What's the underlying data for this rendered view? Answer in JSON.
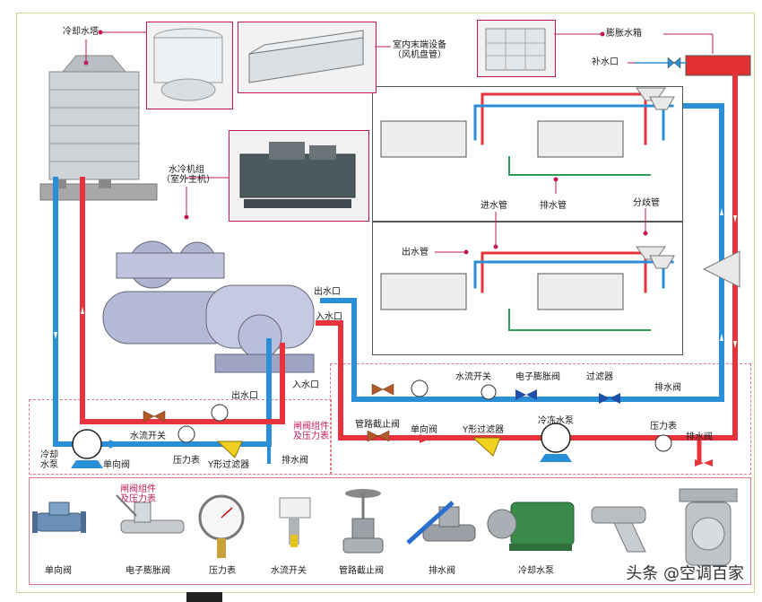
{
  "labels": {
    "cooling_tower": "冷却水塔",
    "indoor_unit_line1": "室内末端设备",
    "indoor_unit_line2": "（风机盘管）",
    "expansion_tank": "膨胀水箱",
    "makeup_water": "补水口",
    "chiller_line1": "水冷机组",
    "chiller_line2": "（室外主机）",
    "drain_pipe": "排水管",
    "inlet_pipe": "进水管",
    "branch_pipe": "分歧管",
    "outlet_pipe": "出水管",
    "outlet_port_upper": "出水口",
    "inlet_port_upper": "入水口",
    "outlet_port_lower": "出水口",
    "inlet_port_lower": "入水口",
    "flow_switch_right": "水流开关",
    "eev_right": "电子膨胀阀",
    "filter_right": "过滤器",
    "drain_valve_right_top": "排水阀",
    "valve_group_center_line1": "闸阀组件",
    "valve_group_center_line2": "及压力表",
    "shutoff_valve": "管路截止阀",
    "check_valve_center": "单向阀",
    "y_filter_center": "Y形过滤器",
    "chilled_pump": "冷冻水泵",
    "pressure_gauge_right": "压力表",
    "drain_valve_right_bottom": "排水阀",
    "cooling_pump_line1": "冷却",
    "cooling_pump_line2": "水泵",
    "check_valve_left": "单向阀",
    "flow_switch_left": "水流开关",
    "pressure_gauge_left": "压力表",
    "y_filter_left": "Y形过滤器",
    "drain_valve_left": "排水阀",
    "valve_group_bottom_line1": "闸阀组件",
    "valve_group_bottom_line2": "及压力表"
  },
  "legend": [
    {
      "label": "单向阀",
      "icon": "check-valve-icon"
    },
    {
      "label": "电子膨胀阀",
      "icon": "electronic-expansion-valve-icon"
    },
    {
      "label": "压力表",
      "icon": "pressure-gauge-icon"
    },
    {
      "label": "水流开关",
      "icon": "flow-switch-icon"
    },
    {
      "label": "管路截止阀",
      "icon": "shutoff-valve-icon"
    },
    {
      "label": "排水阀",
      "icon": "drain-valve-icon"
    },
    {
      "label": "冷却水泵",
      "icon": "cooling-pump-icon"
    },
    {
      "label": "",
      "icon": "y-strainer-icon"
    },
    {
      "label": "",
      "icon": "basket-strainer-icon"
    }
  ],
  "watermark": "头条 @空调百家",
  "colors": {
    "supply_pipe": "#e8323c",
    "return_pipe": "#2a8fd6",
    "drain_pipe": "#2e9e5b",
    "label_marker": "#c2185b",
    "valve": "#b05a2a"
  }
}
